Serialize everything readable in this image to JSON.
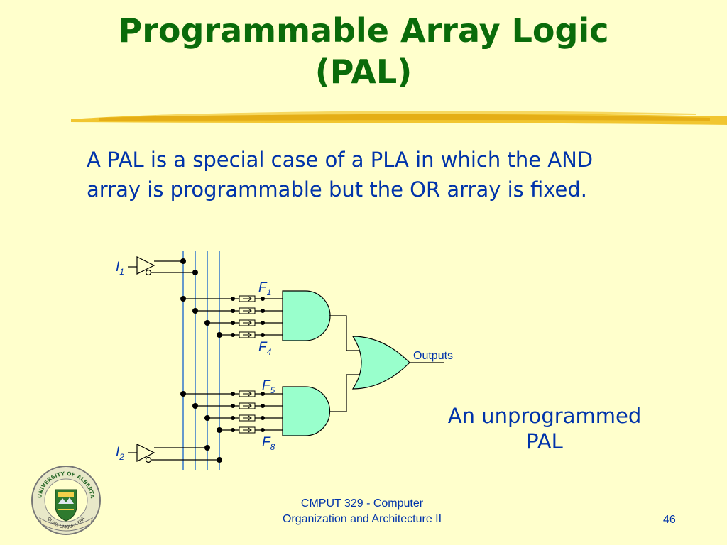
{
  "slide": {
    "title_line1": "Programmable Array Logic",
    "title_line2": "(PAL)",
    "body_line1": "A PAL is a special case of a PLA in which the AND",
    "body_line2": "array is programmable but the OR array is fixed.",
    "note_line1": "An unprogrammed",
    "note_line2": "PAL",
    "footer_line1": "CMPUT 329 - Computer",
    "footer_line2": "Organization and Architecture II",
    "page_number": "46"
  },
  "diagram": {
    "input1_letter": "I",
    "input1_sub": "1",
    "input2_letter": "I",
    "input2_sub": "2",
    "fuse_f1_letter": "F",
    "fuse_f1_sub": "1",
    "fuse_f4_letter": "F",
    "fuse_f4_sub": "4",
    "fuse_f5_letter": "F",
    "fuse_f5_sub": "5",
    "fuse_f8_letter": "F",
    "fuse_f8_sub": "8",
    "outputs_label": "Outputs"
  },
  "logo": {
    "top_text": "UNIVERSITY OF ALBERTA",
    "motto": "QUAECUMQUE VERA"
  },
  "colors": {
    "title": "#0a6b0a",
    "text": "#0033aa",
    "background": "#ffffcc",
    "input_lines": "#6699cc",
    "gate_fill": "#99ffcc",
    "brush": "#f0c020"
  }
}
